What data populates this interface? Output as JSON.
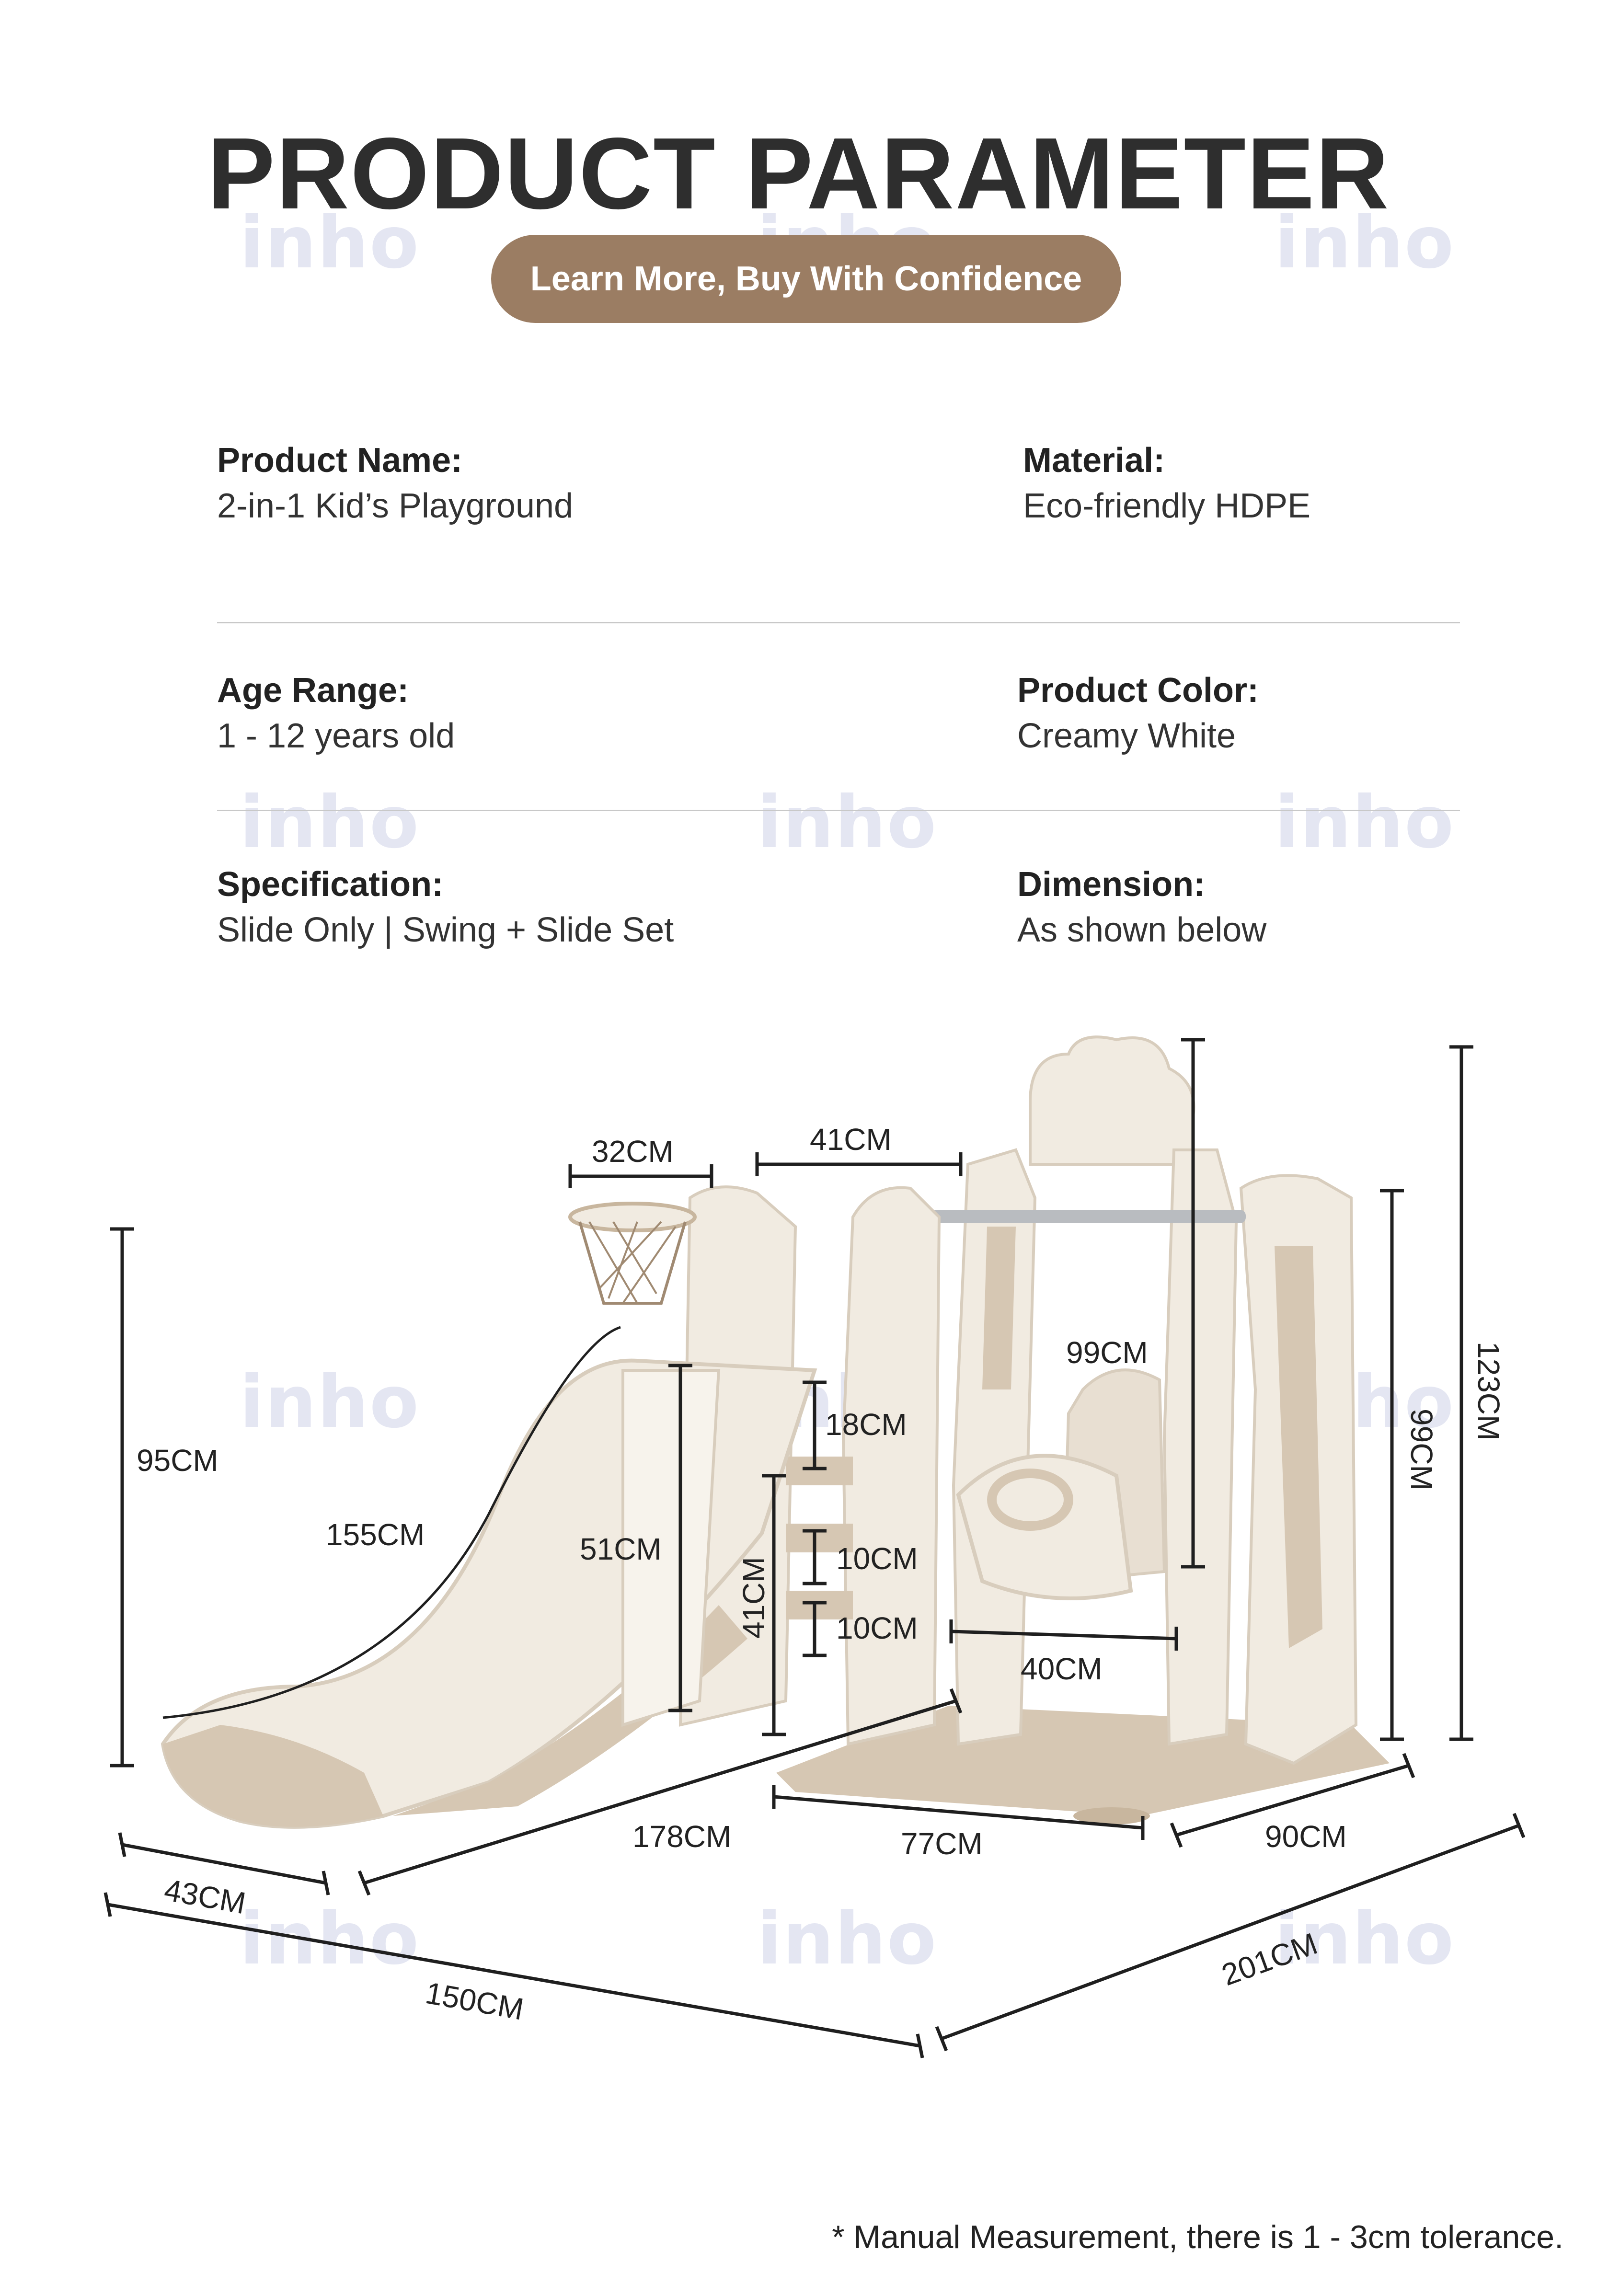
{
  "header": {
    "title": "PRODUCT PARAMETER",
    "subtitle_button": "Learn More, Buy With Confidence"
  },
  "watermark": {
    "text": "inho"
  },
  "specs": [
    {
      "label": "Product Name:",
      "value": "2-in-1 Kid’s Playground"
    },
    {
      "label": "Material:",
      "value": "Eco-friendly HDPE"
    },
    {
      "label": "Age Range:",
      "value": "1 - 12 years old"
    },
    {
      "label": "Product Color:",
      "value": "Creamy White"
    },
    {
      "label": "Specification:",
      "value": "Slide Only | Swing + Slide Set"
    },
    {
      "label": "Dimension:",
      "value": "As shown below"
    }
  ],
  "dimensions": {
    "basket_width": "32CM",
    "bar_span": "41CM",
    "total_height_left": "95CM",
    "slide_length": "155CM",
    "slide_height": "51CM",
    "step_top": "18CM",
    "step_mid": "10CM",
    "step_low": "10CM",
    "stairs_height": "41CM",
    "swing_chain": "99CM",
    "frame_height": "99CM",
    "top_height": "123CM",
    "seat_width": "40CM",
    "slide_width": "43CM",
    "slide_base": "178CM",
    "swing_base": "77CM",
    "swing_depth": "90CM",
    "overall_width": "150CM",
    "overall_length": "201CM"
  },
  "colors": {
    "accent": "#9b7d63",
    "cream": "#f1ebe1",
    "tan": "#d6c7b3",
    "watermark": "#e4e6f2"
  },
  "footer": {
    "note": "* Manual Measurement, there is 1 - 3cm tolerance."
  }
}
